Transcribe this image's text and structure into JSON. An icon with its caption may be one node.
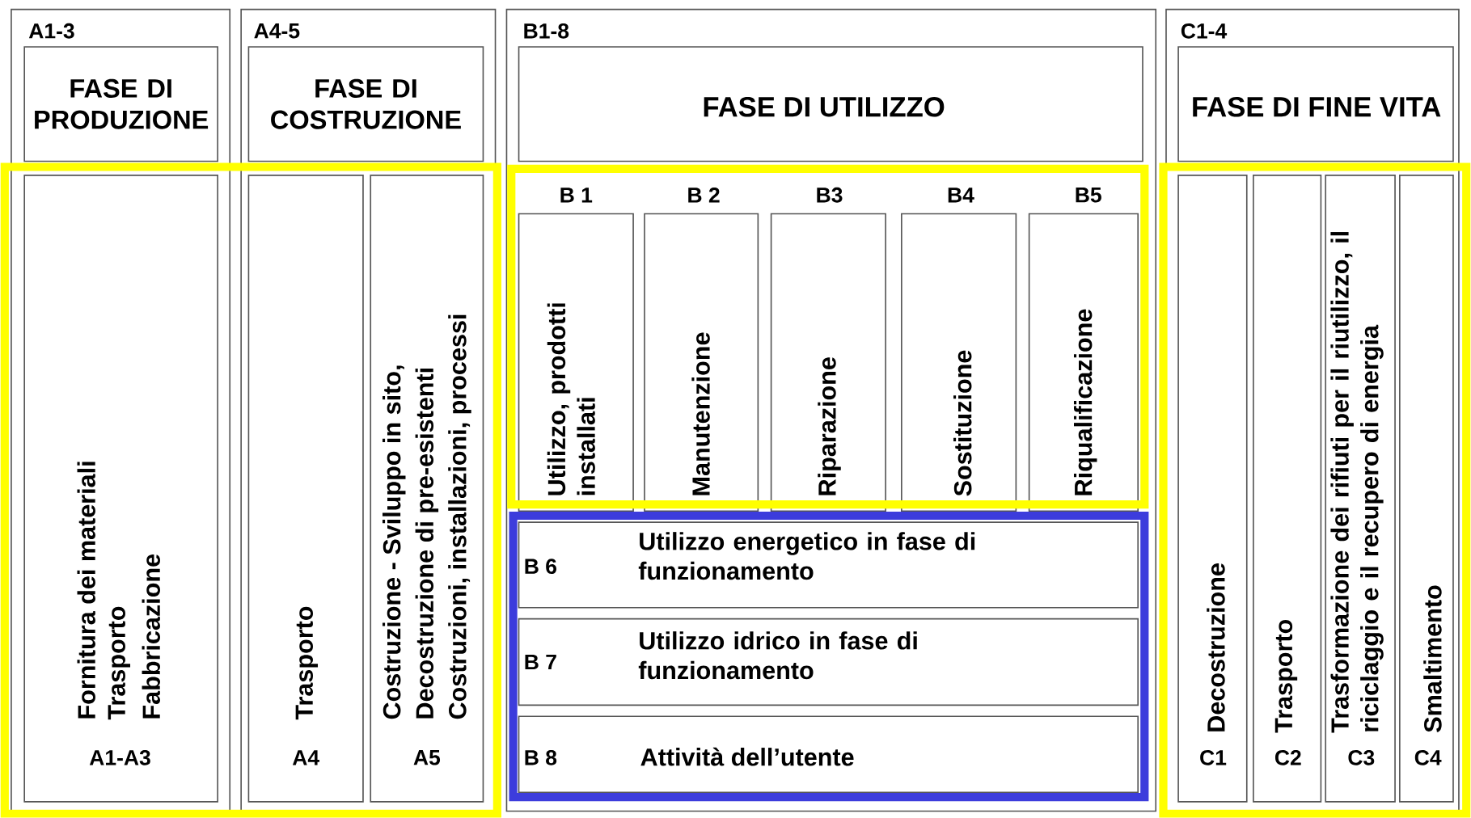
{
  "diagram": {
    "nodes": [
      {
        "text": [
          "A1-3"
        ]
      },
      {
        "text": [
          "FASE DI PRODUZIONE"
        ],
        "in": 0
      },
      {
        "text": [
          "Fornitura dei materiali",
          "Trasporto",
          "Fabbricazione",
          "A1-A3"
        ],
        "in": 0
      },
      {
        "text": [
          "A4-5"
        ]
      },
      {
        "text": [
          "FASE DI COSTRUZIONE"
        ],
        "in": 3
      },
      {
        "text": [
          "Trasporto",
          "A4"
        ],
        "in": 3
      },
      {
        "text": [
          "Costruzione - Sviluppo in sito,",
          "Decostruzione di pre-esistenti",
          "Costruzioni, installazioni, processi",
          "A5"
        ],
        "in": 3
      },
      {
        "text": [
          "B1-8"
        ]
      },
      {
        "text": [
          "FASE DI UTILIZZO"
        ],
        "in": 7
      },
      {
        "text": [
          "B 1",
          "Utilizzo, prodotti installati"
        ],
        "in": 7
      },
      {
        "text": [
          "B 2",
          "Manutenzione"
        ],
        "in": 7
      },
      {
        "text": [
          "B3",
          "Riparazione"
        ],
        "in": 7
      },
      {
        "text": [
          "B4",
          "Sostituzione"
        ],
        "in": 7
      },
      {
        "text": [
          "B5",
          "Riqualificazione"
        ],
        "in": 7
      },
      {
        "text": [
          "B 6",
          "Utilizzo energetico in fase di funzionamento"
        ],
        "in": 7
      },
      {
        "text": [
          "B 7",
          "Utilizzo idrico in fase di funzionamento"
        ],
        "in": 7
      },
      {
        "text": [
          "B 8",
          "Attività dell’utente"
        ],
        "in": 7
      },
      {
        "text": [
          "C1-4"
        ]
      },
      {
        "text": [
          "FASE DI FINE VITA"
        ],
        "in": 17
      },
      {
        "text": [
          "Decostruzione",
          "C1"
        ],
        "in": 17
      },
      {
        "text": [
          "Trasporto",
          "C2"
        ],
        "in": 17
      },
      {
        "text": [
          "Trasformazione dei rifiuti per il riutilizzo, il riciclaggio e il recupero di energia",
          "C3"
        ],
        "in": 17
      },
      {
        "text": [
          "Smaltimento",
          "C4"
        ],
        "in": 17
      }
    ]
  }
}
